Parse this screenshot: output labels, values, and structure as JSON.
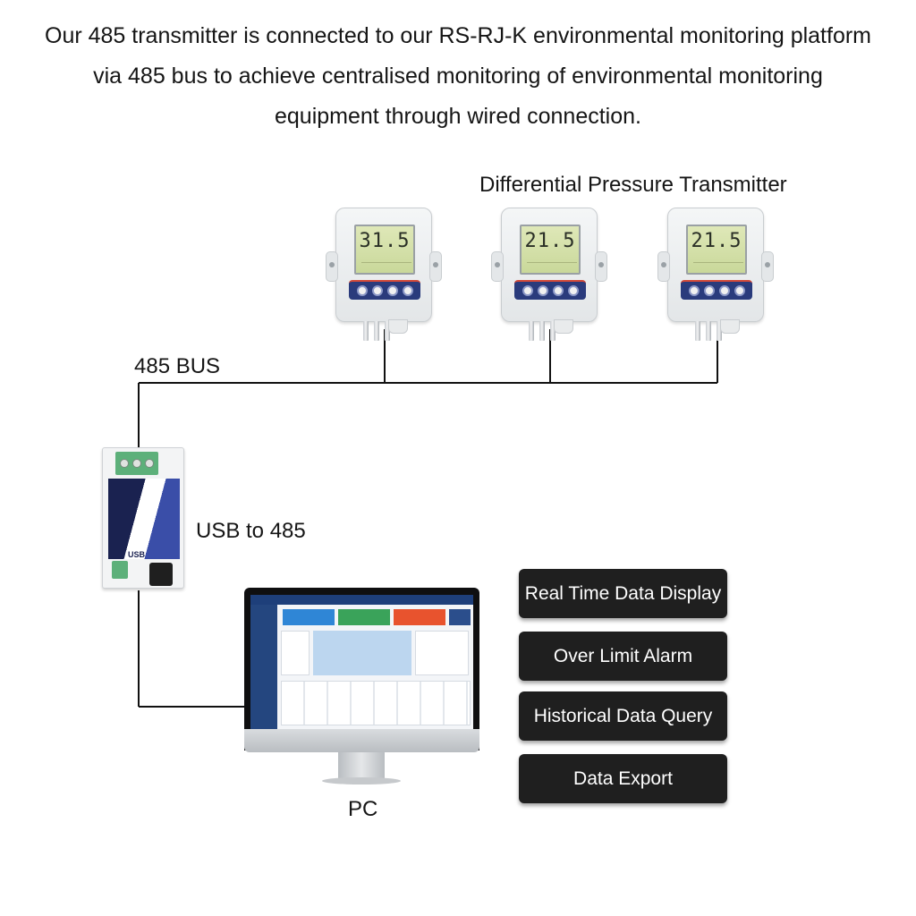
{
  "headline": {
    "line1": "Our 485 transmitter is connected to our RS-RJ-K environmental monitoring platform",
    "line2": "via 485 bus to achieve centralised monitoring of environmental monitoring",
    "line3": "equipment through wired connection."
  },
  "diagram": {
    "transmitter_group_label": "Differential Pressure Transmitter",
    "bus_label": "485 BUS",
    "converter_label": "USB to 485",
    "pc_label": "PC",
    "converter_text": "USB",
    "transmitters": [
      {
        "display_value": "31.5"
      },
      {
        "display_value": "21.5"
      },
      {
        "display_value": "21.5"
      }
    ]
  },
  "features": [
    "Real Time Data Display",
    "Over Limit Alarm",
    "Historical Data Query",
    "Data Export"
  ],
  "colors": {
    "wire": "#111111",
    "feature_bg": "#1f1f1f",
    "keypad": "#2a3b7c",
    "lcd": "#c9d89a"
  }
}
